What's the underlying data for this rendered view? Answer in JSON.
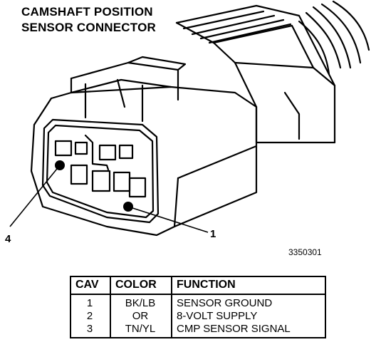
{
  "title": {
    "line1": "CAMSHAFT POSITION",
    "line2": "SENSOR CONNECTOR"
  },
  "figure_id": "3350301",
  "callouts": {
    "left": "4",
    "right": "1"
  },
  "pinout": {
    "headers": [
      "CAV",
      "COLOR",
      "FUNCTION"
    ],
    "rows": [
      {
        "cav": "1",
        "color": "BK/LB",
        "function": "SENSOR GROUND"
      },
      {
        "cav": "2",
        "color": "OR",
        "function": "8-VOLT SUPPLY"
      },
      {
        "cav": "3",
        "color": "TN/YL",
        "function": "CMP SENSOR SIGNAL"
      }
    ]
  }
}
